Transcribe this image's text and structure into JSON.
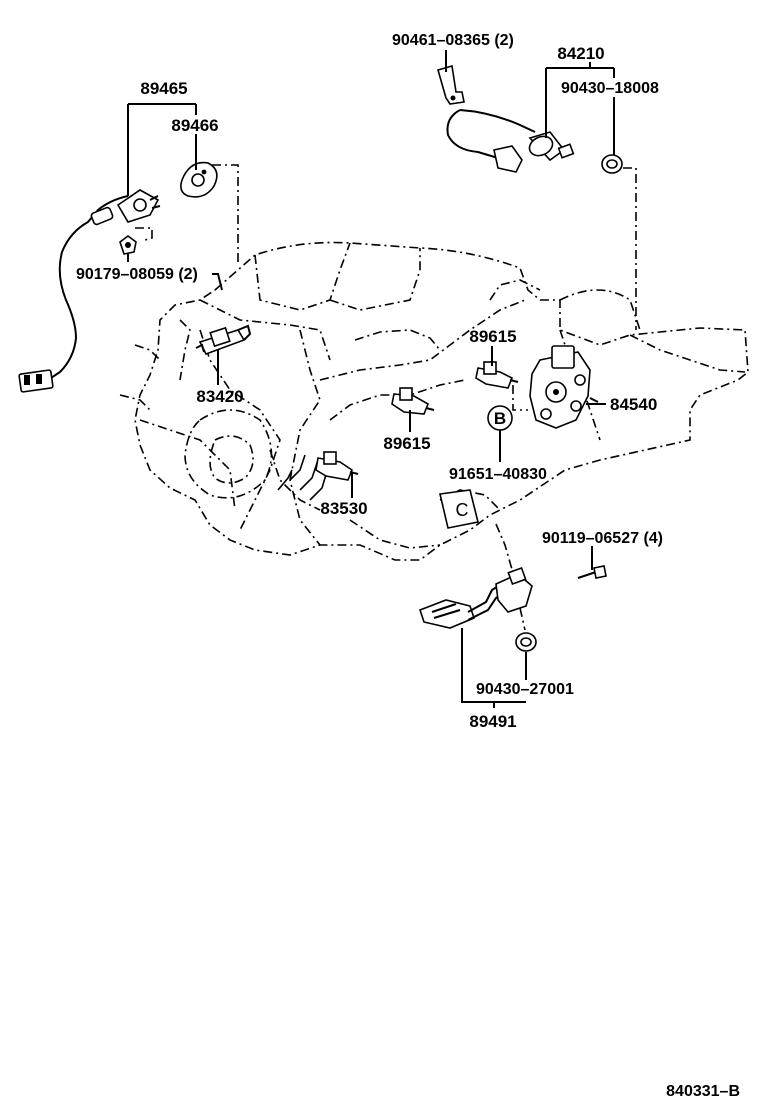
{
  "diagram": {
    "ref_code": "840331–B",
    "callout_b": "B",
    "callout_c": "C",
    "labels": {
      "p89465": "89465",
      "p89466": "89466",
      "p90179": "90179–08059 (2)",
      "p83420": "83420",
      "p90461": "90461–08365 (2)",
      "p84210": "84210",
      "p90430_18008": "90430–18008",
      "p89615_a": "89615",
      "p89615_b": "89615",
      "p84540": "84540",
      "p91651": "91651–40830",
      "p83530": "83530",
      "p90119": "90119–06527 (4)",
      "p90430_27001": "90430–27001",
      "p89491": "89491"
    }
  }
}
